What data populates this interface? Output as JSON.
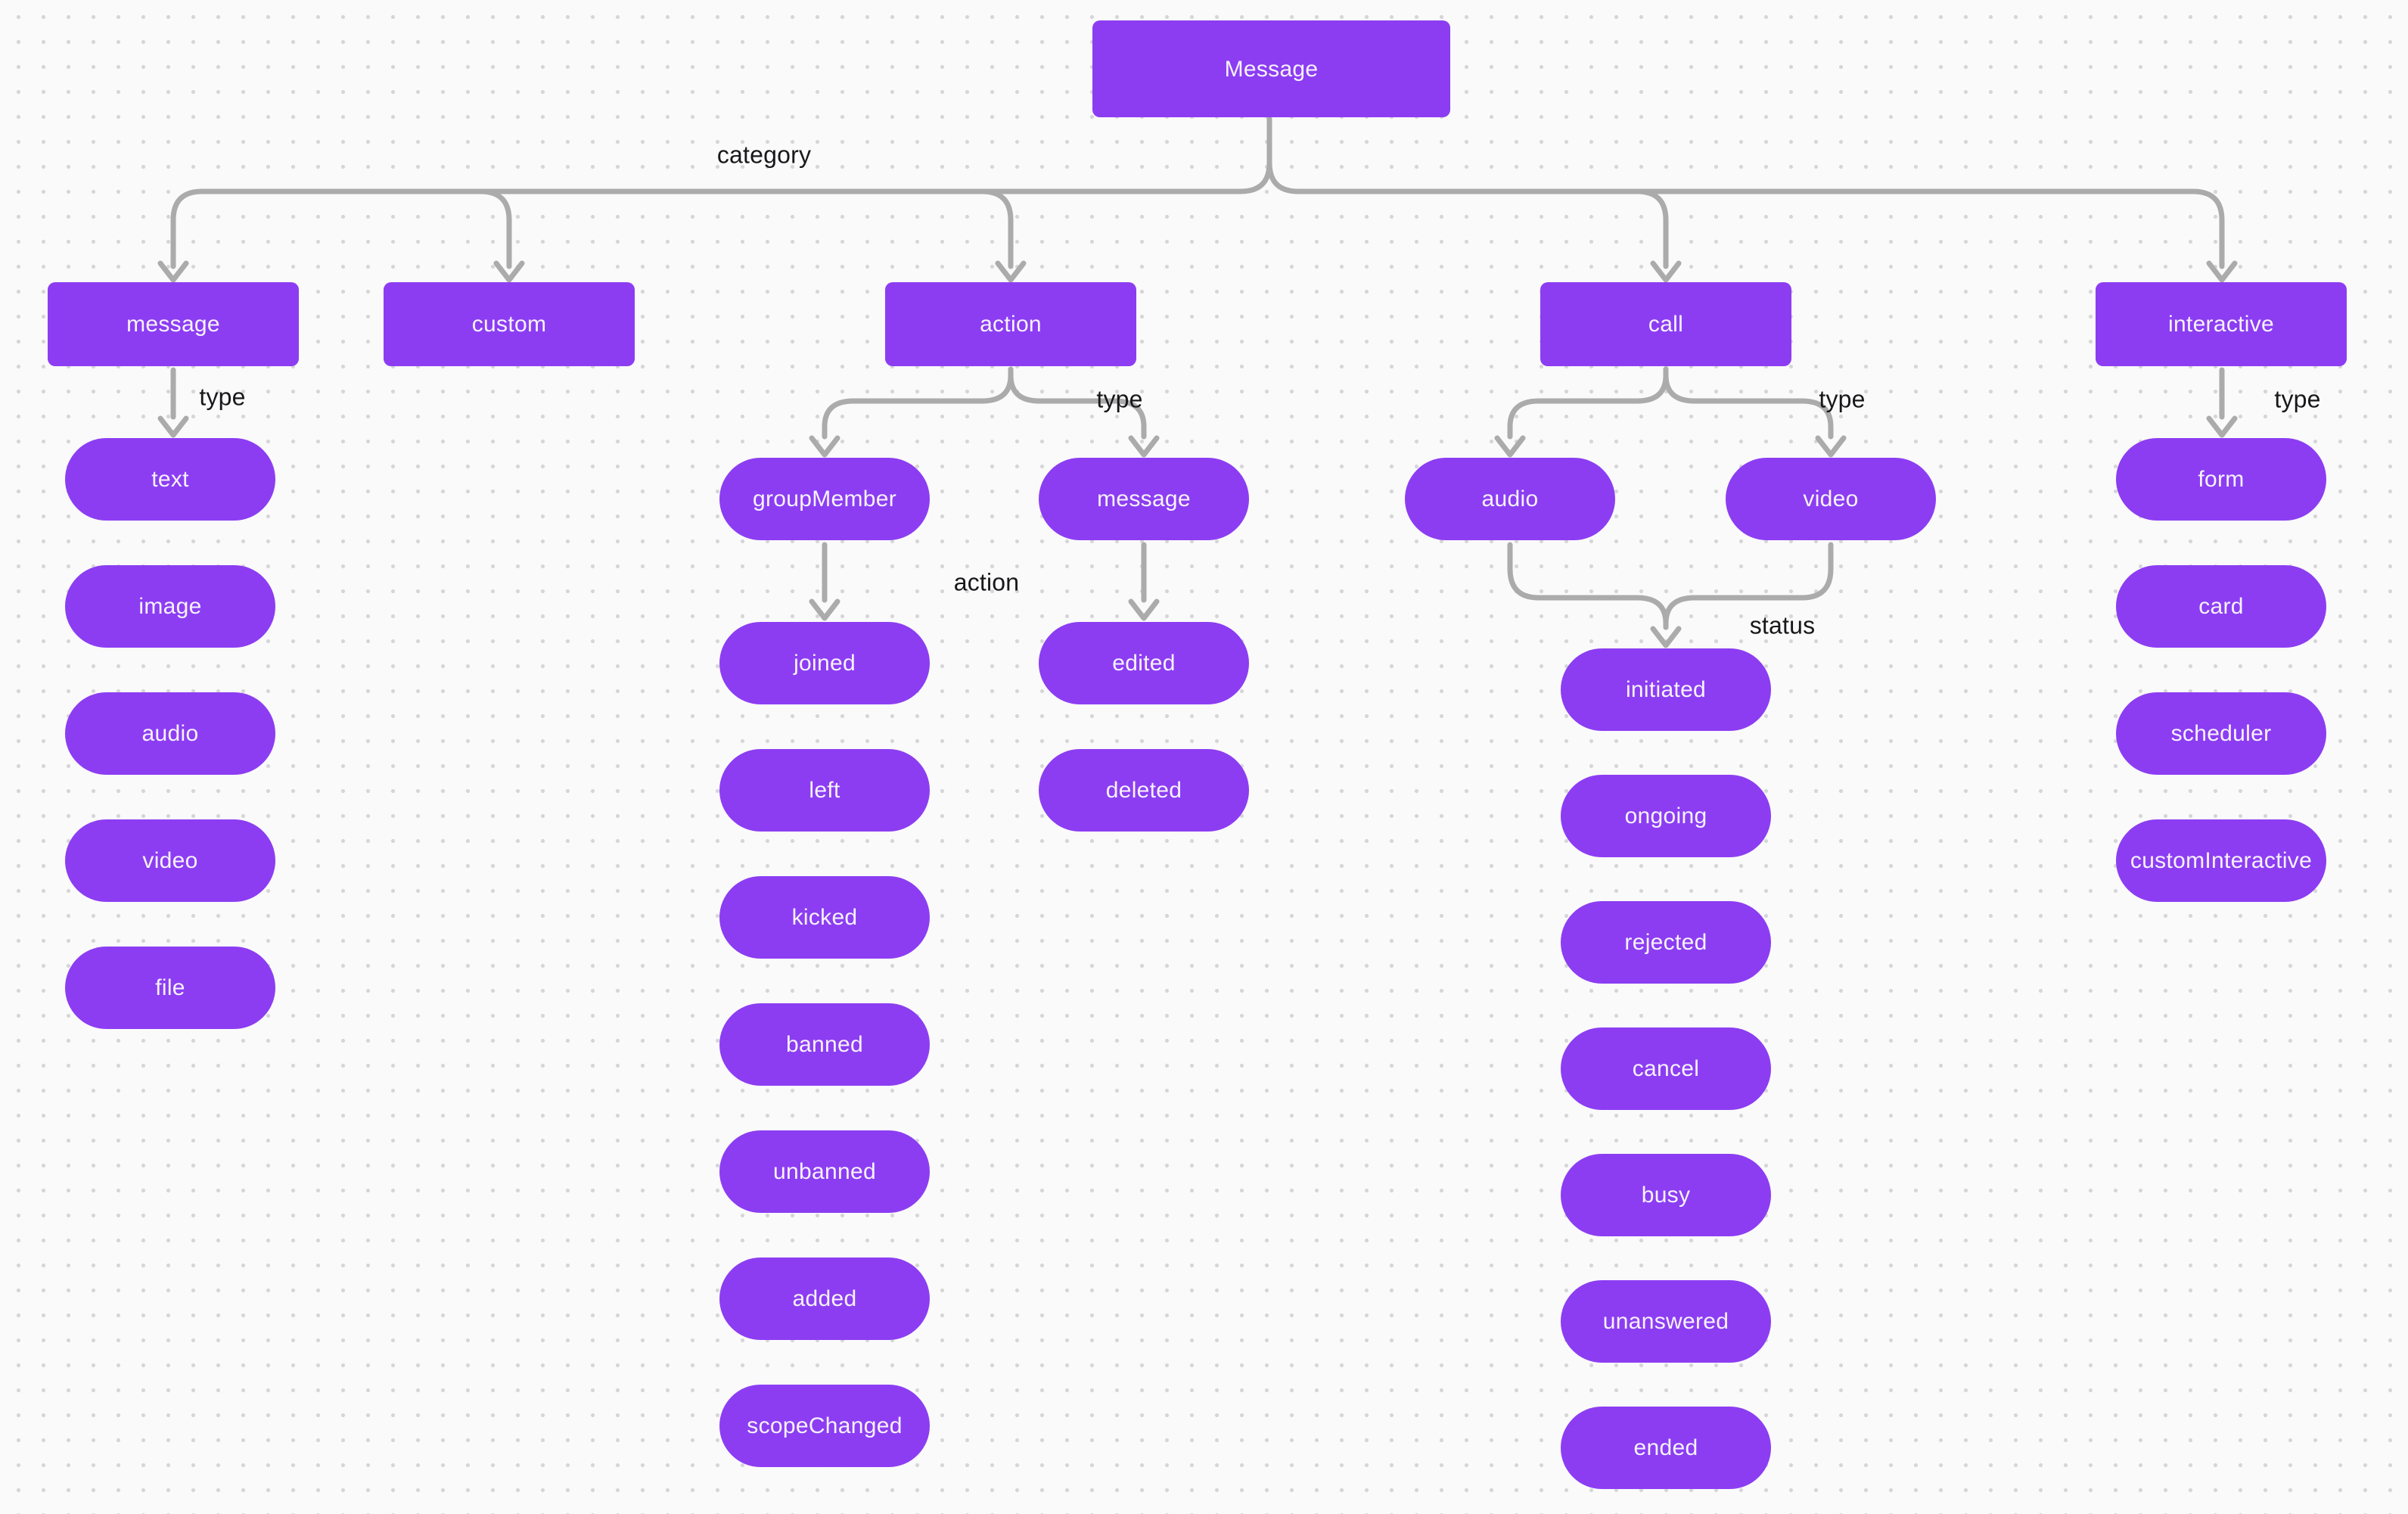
{
  "diagram": {
    "root_label": "Message",
    "edge_labels": {
      "category": "category",
      "type": "type",
      "action": "action",
      "status": "status"
    },
    "categories": [
      "message",
      "custom",
      "action",
      "call",
      "interactive"
    ],
    "message_types": [
      "text",
      "image",
      "audio",
      "video",
      "file"
    ],
    "action_types": [
      "groupMember",
      "message"
    ],
    "group_member_actions": [
      "joined",
      "left",
      "kicked",
      "banned",
      "unbanned",
      "added",
      "scopeChanged"
    ],
    "message_actions": [
      "edited",
      "deleted"
    ],
    "call_types": [
      "audio",
      "video"
    ],
    "call_statuses": [
      "initiated",
      "ongoing",
      "rejected",
      "cancel",
      "busy",
      "unanswered",
      "ended"
    ],
    "interactive_types": [
      "form",
      "card",
      "scheduler",
      "customInteractive"
    ],
    "colors": {
      "node_fill": "#8C3DF2",
      "node_text": "#F7F2FD",
      "connector": "#ABABAB",
      "label_text": "#18181B",
      "background": "#FAFAFA",
      "grid_dot": "#D6D6D8"
    }
  }
}
